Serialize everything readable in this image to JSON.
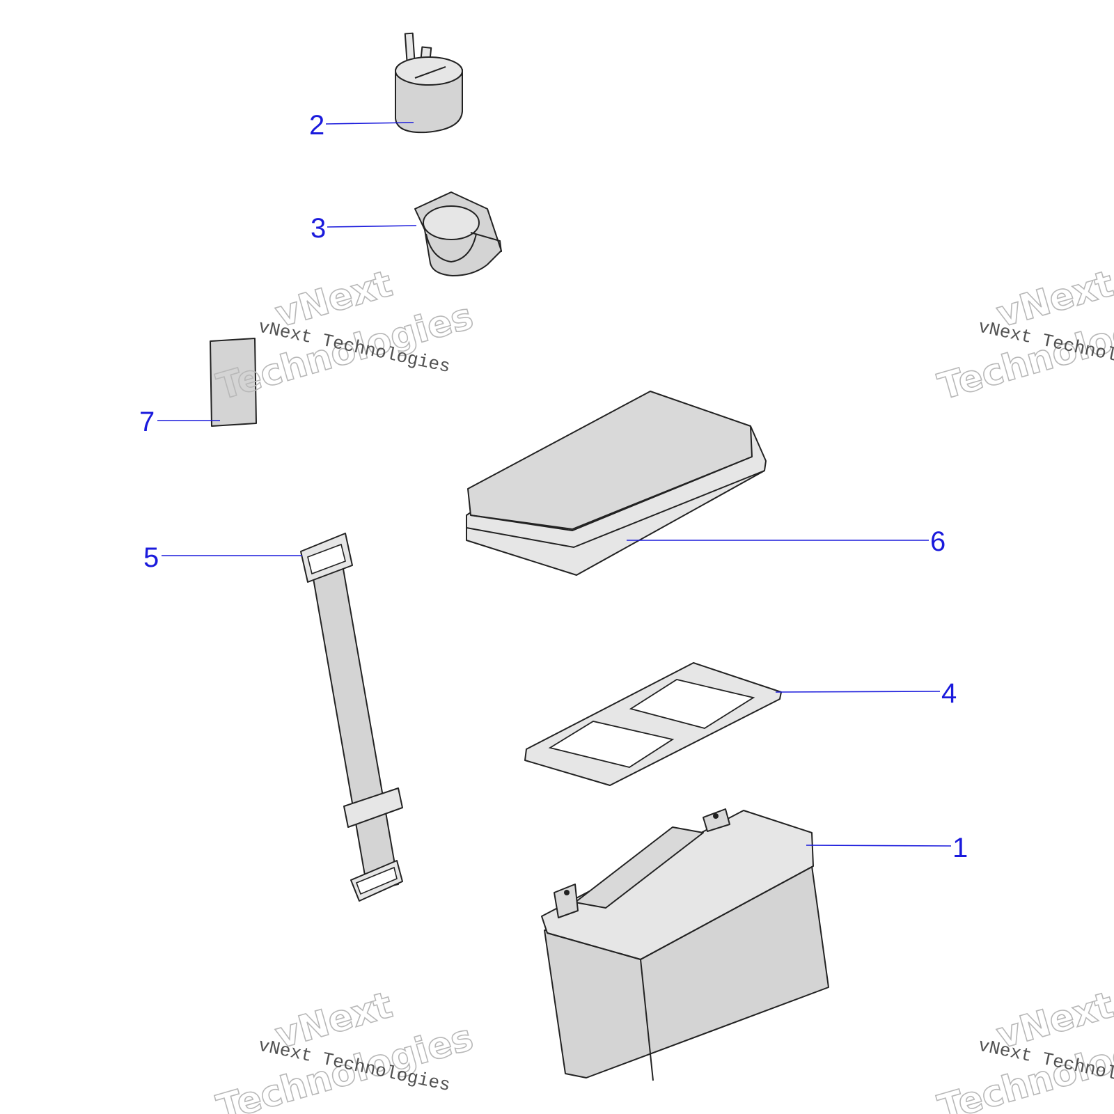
{
  "colors": {
    "callout": "#1a1adc",
    "part_fill": "#d4d4d4",
    "part_fill_light": "#e6e6e6",
    "outline": "#222222",
    "watermark": "#b8b8b8"
  },
  "callouts": [
    {
      "id": "2",
      "label": "2"
    },
    {
      "id": "3",
      "label": "3"
    },
    {
      "id": "7",
      "label": "7"
    },
    {
      "id": "6",
      "label": "6"
    },
    {
      "id": "5",
      "label": "5"
    },
    {
      "id": "4",
      "label": "4"
    },
    {
      "id": "1",
      "label": "1"
    }
  ],
  "watermark": {
    "line_text": "vNext Technologies",
    "big_word_1": "vNext",
    "big_word_2": "Technologies"
  }
}
